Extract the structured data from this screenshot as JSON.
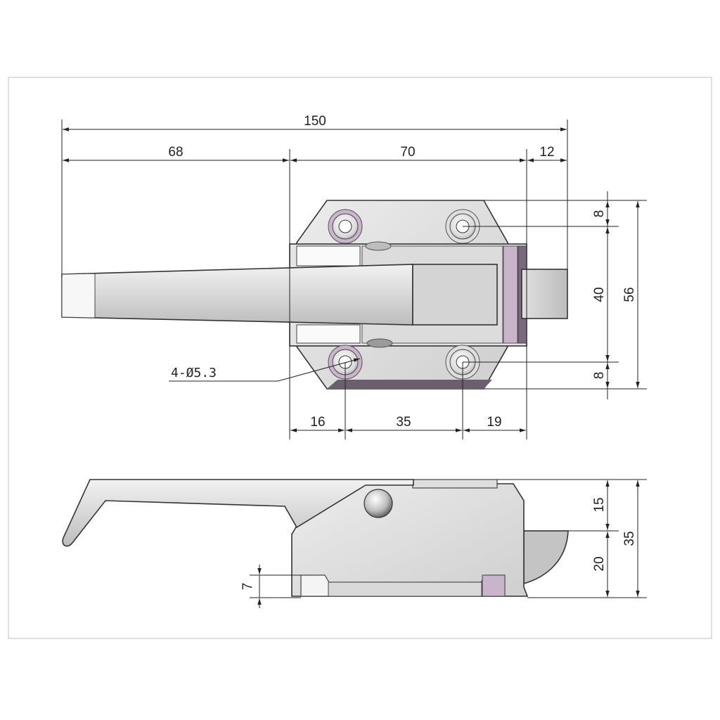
{
  "diagram": {
    "top_view": {
      "overall_length": "150",
      "handle_length": "68",
      "body_length": "70",
      "bolt_projection": "12",
      "hole_offset_top": "8",
      "hole_spacing_vertical": "40",
      "body_height": "56",
      "hole_offset_bottom": "8",
      "edge_to_first_hole": "16",
      "hole_spacing_horizontal": "35",
      "hole_to_edge": "19",
      "hole_callout": "4-Ø5.3"
    },
    "side_view": {
      "upper_height": "15",
      "overall_height": "35",
      "lower_height": "20",
      "base_thickness": "7"
    }
  },
  "colors": {
    "metal_light": "#e6e6e6",
    "metal_mid": "#cfcfcf",
    "metal_dark": "#a9a9a9",
    "accent_purple": "#c9b4cc",
    "shadow_purple": "#6b5f6e",
    "line": "#222222"
  }
}
